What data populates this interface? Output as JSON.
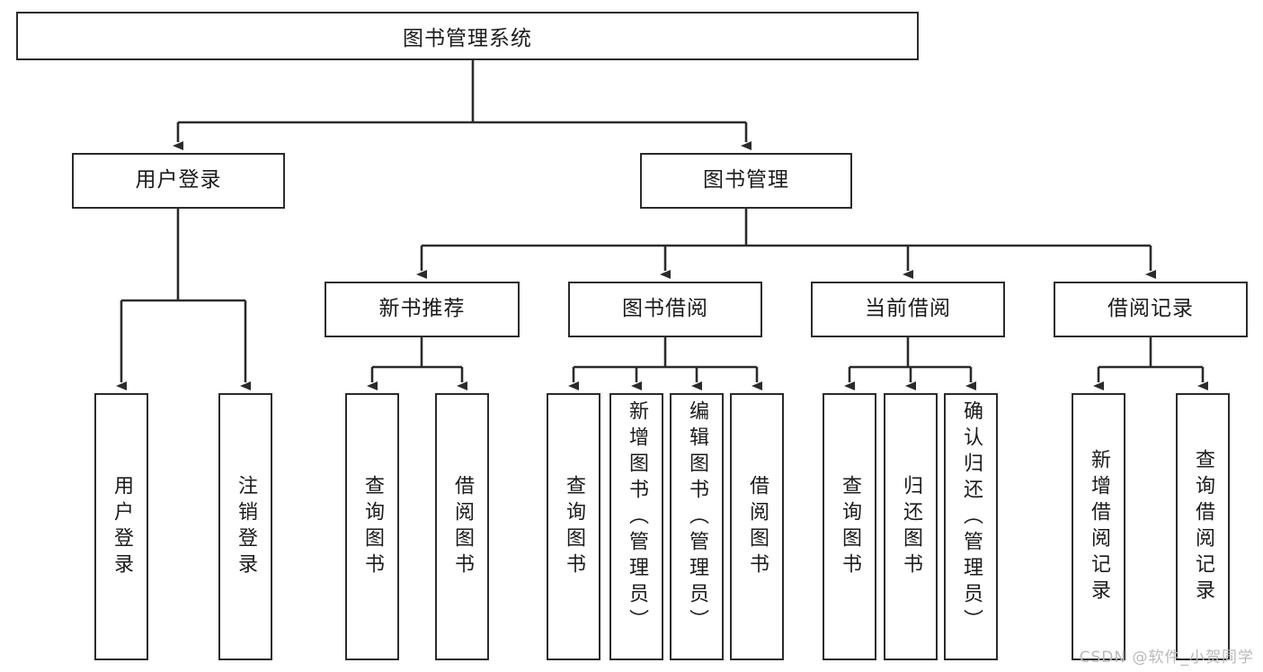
{
  "diagram": {
    "title": "图书管理系统",
    "type": "tree-hierarchy",
    "root": {
      "label": "图书管理系统"
    },
    "level2": [
      {
        "label": "用户登录"
      },
      {
        "label": "图书管理"
      }
    ],
    "level3": [
      {
        "label": "新书推荐"
      },
      {
        "label": "图书借阅"
      },
      {
        "label": "当前借阅"
      },
      {
        "label": "借阅记录"
      }
    ],
    "leaves": {
      "user_login": [
        {
          "label": "用户登录"
        },
        {
          "label": "注销登录"
        }
      ],
      "new_book_recommend": [
        {
          "label": "查询图书"
        },
        {
          "label": "借阅图书"
        }
      ],
      "book_borrow": [
        {
          "label": "查询图书"
        },
        {
          "label": "新增图书（管理员）"
        },
        {
          "label": "编辑图书（管理员）"
        },
        {
          "label": "借阅图书"
        }
      ],
      "current_borrow": [
        {
          "label": "查询图书"
        },
        {
          "label": "归还图书"
        },
        {
          "label": "确认归还（管理员）"
        }
      ],
      "borrow_record": [
        {
          "label": "新增借阅记录"
        },
        {
          "label": "查询借阅记录"
        }
      ]
    }
  },
  "watermark": {
    "text": "CSDN @软件_小贺同学"
  },
  "colors": {
    "stroke": "#2b2b2b",
    "text": "#1b1b1b",
    "background": "#ffffff",
    "watermark": "#b9b9b9"
  }
}
